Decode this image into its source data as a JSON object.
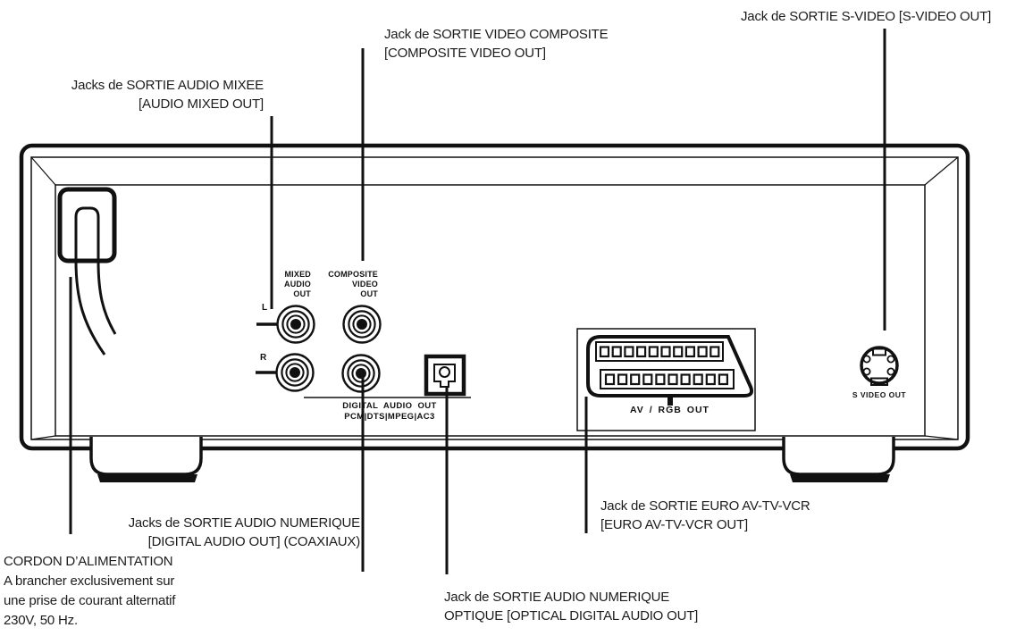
{
  "callouts": {
    "s_video": {
      "line1": "Jack de SORTIE S-VIDEO [S-VIDEO OUT]"
    },
    "composite_video": {
      "line1": "Jack de SORTIE VIDEO COMPOSITE",
      "line2": "[COMPOSITE VIDEO OUT]"
    },
    "mixed_audio": {
      "line1": "Jacks de SORTIE AUDIO MIXEE",
      "line2": "[AUDIO MIXED OUT]"
    },
    "coaxial_digital_audio": {
      "line1": "Jacks de SORTIE AUDIO NUMERIQUE",
      "line2": "[DIGITAL AUDIO OUT] (COAXIAUX)"
    },
    "power_cord": {
      "line1": "CORDON D’ALIMENTATION",
      "line2": "A brancher exclusivement sur",
      "line3": "une prise de courant alternatif",
      "line4": "230V, 50 Hz."
    },
    "optical_digital_audio": {
      "line1": "Jack de SORTIE AUDIO NUMERIQUE",
      "line2": "OPTIQUE [OPTICAL DIGITAL AUDIO OUT]"
    },
    "euro_av": {
      "line1": "Jack de SORTIE EURO AV-TV-VCR",
      "line2": "[EURO AV-TV-VCR OUT]"
    }
  },
  "panel_labels": {
    "mixed_audio": {
      "line1": "MIXED",
      "line2": "AUDIO",
      "line3": "OUT"
    },
    "composite_video": {
      "line1": "COMPOSITE",
      "line2": "VIDEO",
      "line3": "OUT"
    },
    "left_channel": "L",
    "right_channel": "R",
    "digital_audio": {
      "line1": "DIGITAL AUDIO OUT",
      "line2": "PCM|DTS|MPEG|AC3"
    },
    "scart": "AV / RGB OUT",
    "s_video": "S VIDEO OUT"
  },
  "colors": {
    "line_art": "#111111",
    "background": "#ffffff"
  }
}
